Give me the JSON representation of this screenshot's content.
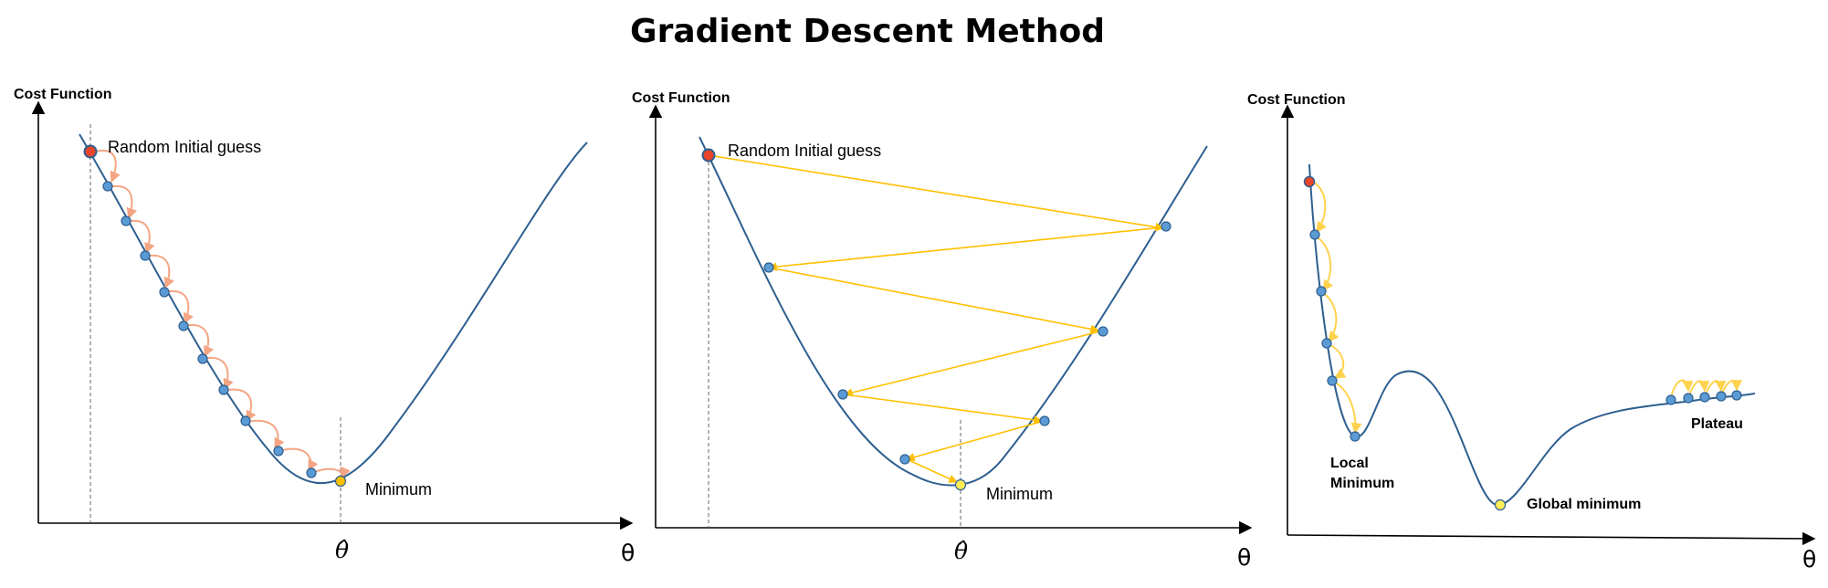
{
  "title": "Gradient Descent Method",
  "colors": {
    "curve": "#2e5f8f",
    "point": "#5b9bd5",
    "start_point": "#e8452c",
    "min_point": "#ffd54f",
    "arrow_panel1": "#f4a582",
    "arrow_panel2": "#ffc000",
    "arrow_panel3": "#ffd24d"
  },
  "panels": [
    {
      "y_axis_label": "Cost Function",
      "x_axis_label": "θ",
      "x_marker": "θ̂",
      "start_label": "Random Initial guess",
      "min_label": "Minimum"
    },
    {
      "y_axis_label": "Cost Function",
      "x_axis_label": "θ",
      "x_marker": "θ̂",
      "start_label": "Random Initial guess",
      "min_label": "Minimum"
    },
    {
      "y_axis_label": "Cost Function",
      "x_axis_label": "θ",
      "local_min_label_1": "Local",
      "local_min_label_2": "Minimum",
      "global_min_label": "Global minimum",
      "plateau_label": "Plateau"
    }
  ]
}
